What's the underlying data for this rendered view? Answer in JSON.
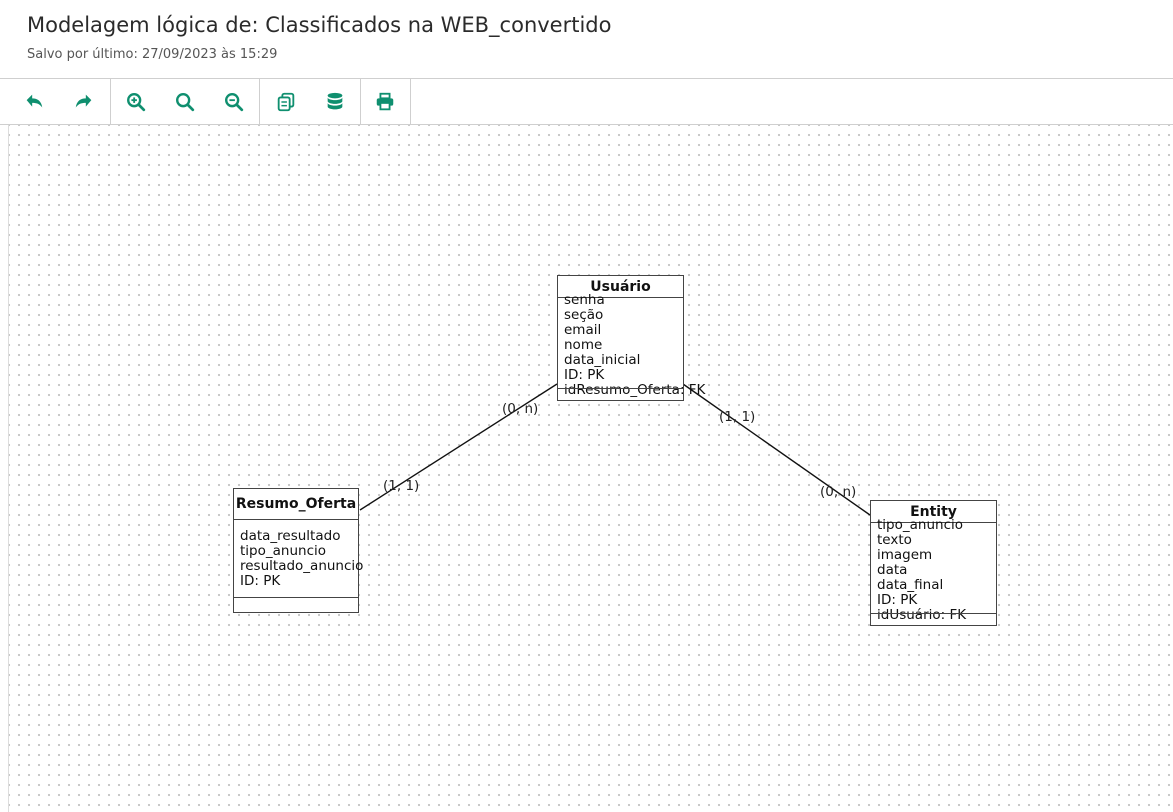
{
  "header": {
    "title": "Modelagem lógica de: Classificados na WEB_convertido",
    "subtitle": "Salvo por último: 27/09/2023 às 15:29"
  },
  "toolbar": {
    "buttons": [
      "undo-icon",
      "redo-icon",
      "zoom-in-icon",
      "zoom-reset-icon",
      "zoom-out-icon",
      "copy-icon",
      "database-icon",
      "print-icon"
    ]
  },
  "colors": {
    "accent": "#0f8f6f"
  },
  "entities": {
    "usuario": {
      "name": "Usuário",
      "attributes": [
        "senha",
        "seção",
        "email",
        "nome",
        "data_inicial",
        "ID: PK",
        "idResumo_Oferta: FK"
      ]
    },
    "resumo_oferta": {
      "name": "Resumo_Oferta",
      "attributes": [
        "data_resultado",
        "tipo_anuncio",
        "resultado_anuncio",
        "ID: PK"
      ]
    },
    "entity": {
      "name": "Entity",
      "attributes": [
        "tipo_anuncio",
        "texto",
        "imagem",
        "data",
        "data_final",
        "ID: PK",
        "idUsuário: FK"
      ]
    }
  },
  "relationships": [
    {
      "from": "Usuário",
      "to": "Resumo_Oferta",
      "card_from": "(0, n)",
      "card_to": "(1, 1)"
    },
    {
      "from": "Usuário",
      "to": "Entity",
      "card_from": "(1, 1)",
      "card_to": "(0, n)"
    }
  ]
}
